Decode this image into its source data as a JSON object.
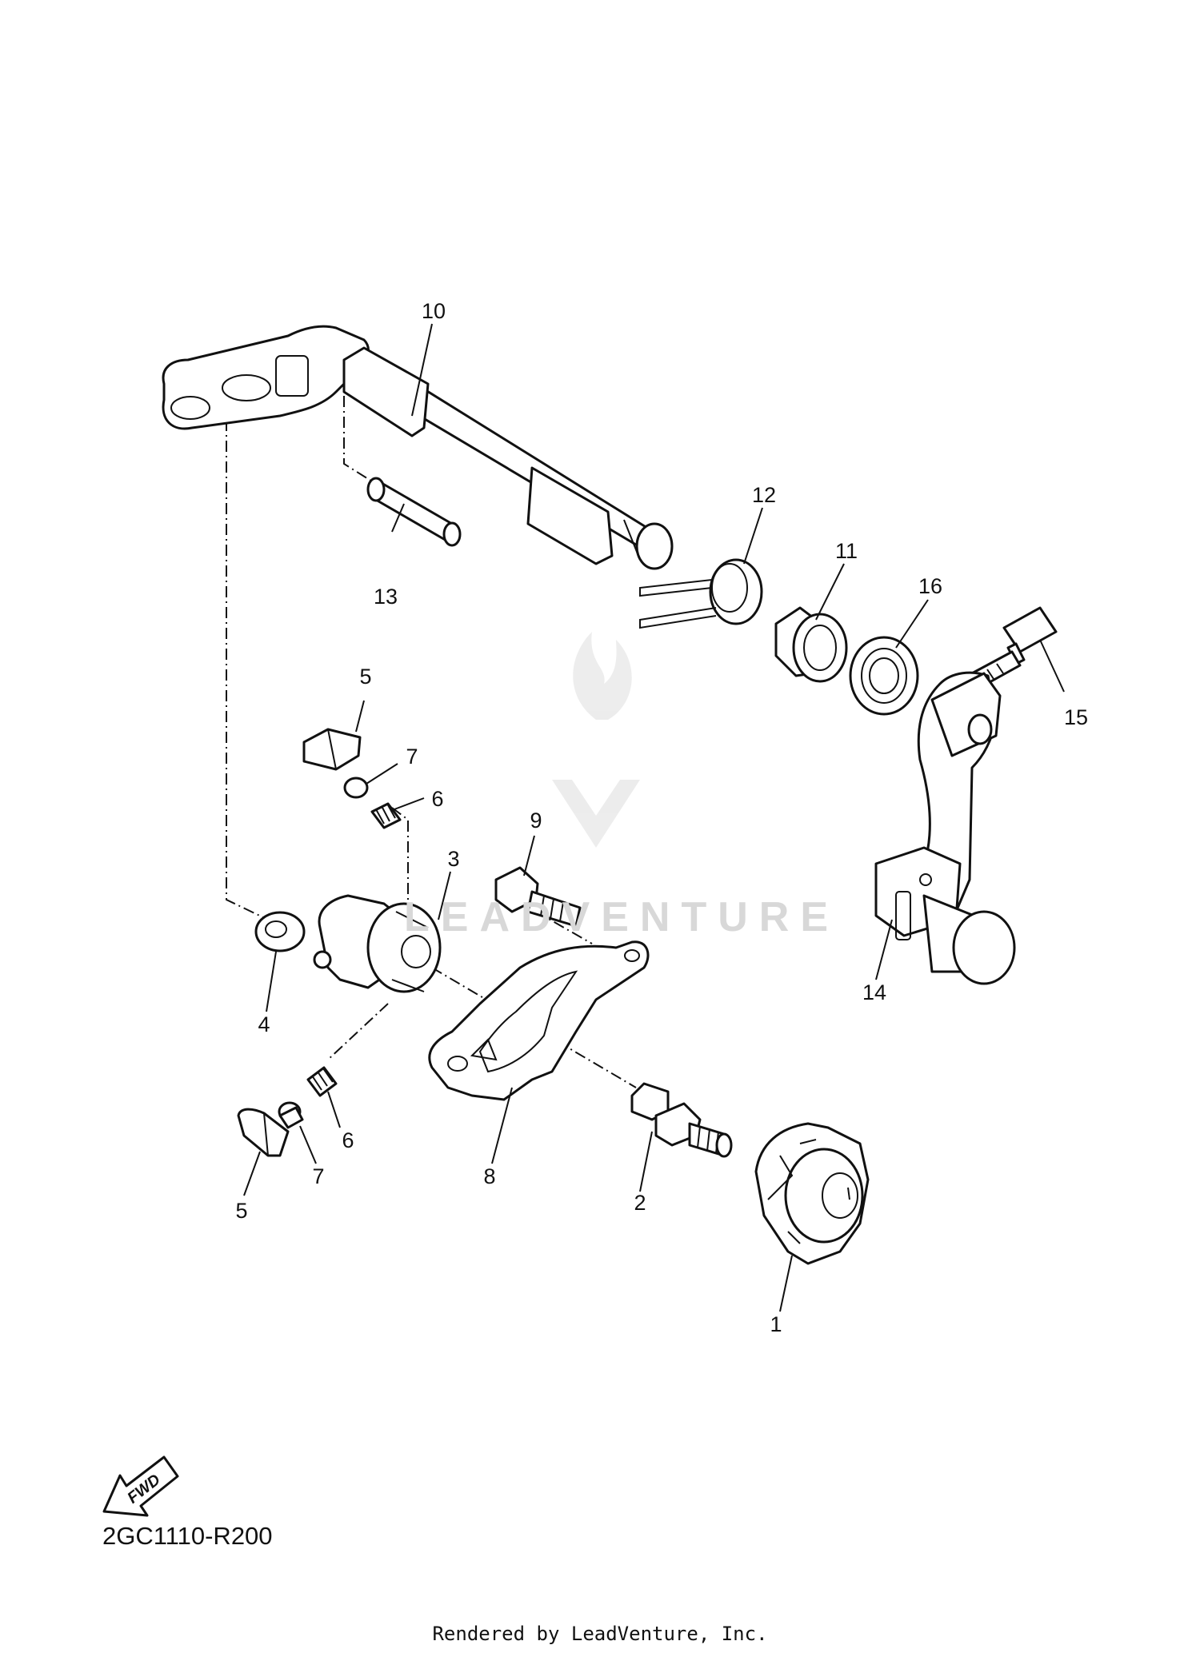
{
  "diagram": {
    "callouts": [
      {
        "label": "10",
        "part": "shift-shaft"
      },
      {
        "label": "12",
        "part": "torsion-spring"
      },
      {
        "label": "11",
        "part": "collar"
      },
      {
        "label": "16",
        "part": "oil-seal"
      },
      {
        "label": "15",
        "part": "bolt"
      },
      {
        "label": "13",
        "part": "pin"
      },
      {
        "label": "5",
        "part": "pawl-upper"
      },
      {
        "label": "7",
        "part": "pawl-pin-upper"
      },
      {
        "label": "6",
        "part": "spring-upper"
      },
      {
        "label": "9",
        "part": "bolt"
      },
      {
        "label": "3",
        "part": "shift-guide-cam"
      },
      {
        "label": "4",
        "part": "washer"
      },
      {
        "label": "14",
        "part": "shift-pedal"
      },
      {
        "label": "6",
        "part": "spring-lower"
      },
      {
        "label": "7",
        "part": "pawl-pin-lower"
      },
      {
        "label": "8",
        "part": "shift-guide-plate"
      },
      {
        "label": "2",
        "part": "stud-bolt"
      },
      {
        "label": "5",
        "part": "pawl-lower"
      },
      {
        "label": "1",
        "part": "segment"
      }
    ],
    "fwd_label": "FWD",
    "diagram_code": "2GC1110-R200",
    "watermark": "LEADVENTURE",
    "footer": "Rendered by LeadVenture, Inc."
  }
}
